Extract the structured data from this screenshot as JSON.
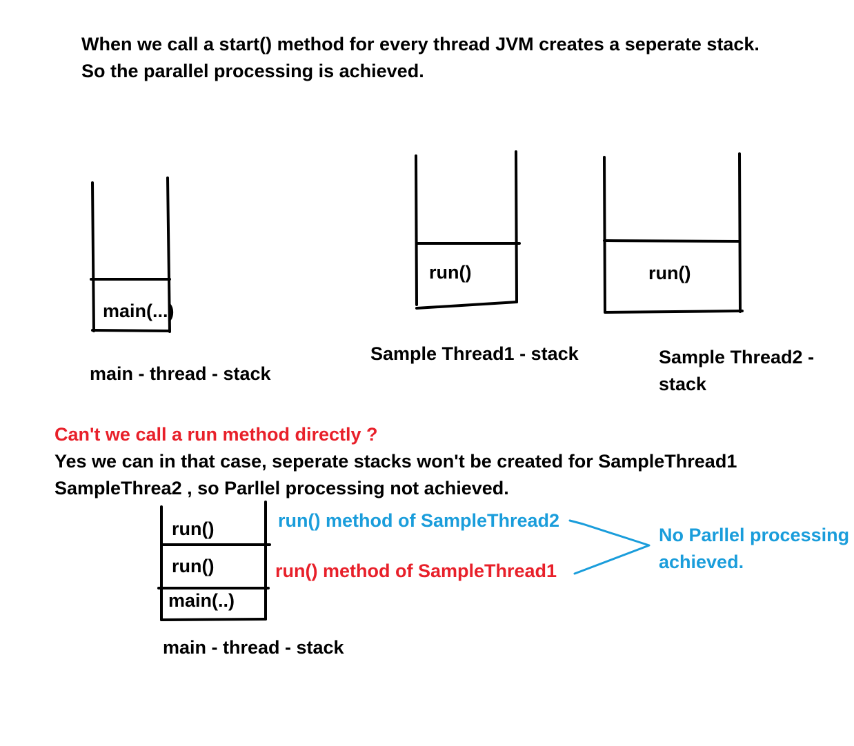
{
  "colors": {
    "ink": "#000000",
    "red": "#e8202a",
    "blue": "#1a9ddb"
  },
  "intro": {
    "line1": "When we call a start() method for every thread JVM creates a seperate  stack.",
    "line2": "So the parallel processing is achieved."
  },
  "stacks": {
    "main": {
      "frame": "main(...)",
      "caption": "main - thread - stack"
    },
    "thread1": {
      "frame": "run()",
      "caption": "Sample Thread1 - stack"
    },
    "thread2": {
      "frame": "run()",
      "caption_line1": "Sample Thread2 -",
      "caption_line2": "stack"
    }
  },
  "question": {
    "text": "Can't we call a run method directly ?",
    "answer_line1": "Yes we can in that case, seperate stacks won't be created for SampleThread1",
    "answer_line2": "SampleThrea2 , so Parllel processing not achieved."
  },
  "direct_call_stack": {
    "frames": [
      "run()",
      "run()",
      "main(..)"
    ],
    "caption": "main - thread - stack",
    "label_thread2": "run() method of SampleThread2",
    "label_thread1": "run() method of SampleThread1",
    "conclusion_line1": "No Parllel processing",
    "conclusion_line2": "achieved."
  }
}
